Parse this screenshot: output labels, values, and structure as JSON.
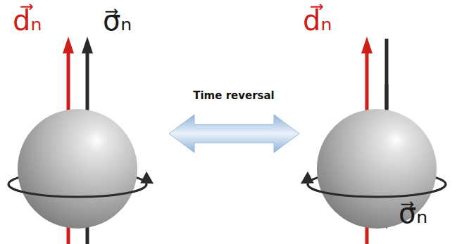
{
  "diagram": {
    "labels": [
      "d⃗ₙ",
      "σ⃗ₙ",
      "Time reversal",
      "d⃗ₙ",
      "σ⃗ₙ"
    ]
  }
}
